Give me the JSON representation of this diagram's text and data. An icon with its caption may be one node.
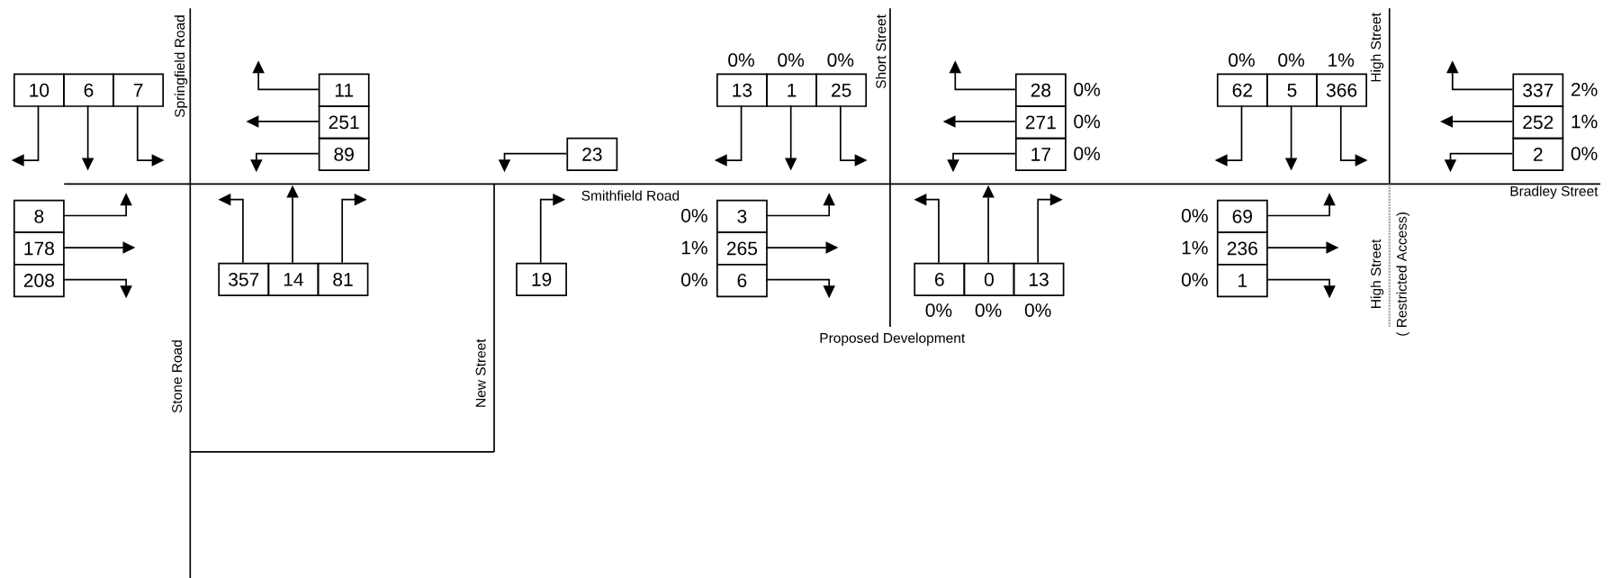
{
  "diagram": {
    "nodes": [
      {
        "text": [
          "10"
        ]
      },
      {
        "text": [
          "6"
        ]
      },
      {
        "text": [
          "7"
        ]
      },
      {
        "text": [
          "11"
        ]
      },
      {
        "text": [
          "251"
        ]
      },
      {
        "text": [
          "89"
        ]
      },
      {
        "text": [
          "23"
        ]
      },
      {
        "text": [
          "13"
        ],
        "beside": [
          "0%"
        ]
      },
      {
        "text": [
          "1"
        ],
        "beside": [
          "0%"
        ]
      },
      {
        "text": [
          "25"
        ],
        "beside": [
          "0%"
        ]
      },
      {
        "text": [
          "28"
        ],
        "beside": [
          "0%"
        ]
      },
      {
        "text": [
          "271"
        ],
        "beside": [
          "0%"
        ]
      },
      {
        "text": [
          "17"
        ],
        "beside": [
          "0%"
        ]
      },
      {
        "text": [
          "62"
        ],
        "beside": [
          "0%"
        ]
      },
      {
        "text": [
          "5"
        ],
        "beside": [
          "0%"
        ]
      },
      {
        "text": [
          "366"
        ],
        "beside": [
          "1%"
        ]
      },
      {
        "text": [
          "337"
        ],
        "beside": [
          "2%"
        ]
      },
      {
        "text": [
          "252"
        ],
        "beside": [
          "1%"
        ]
      },
      {
        "text": [
          "2"
        ],
        "beside": [
          "0%"
        ]
      },
      {
        "text": [
          "8"
        ]
      },
      {
        "text": [
          "178"
        ]
      },
      {
        "text": [
          "208"
        ]
      },
      {
        "text": [
          "357"
        ]
      },
      {
        "text": [
          "14"
        ]
      },
      {
        "text": [
          "81"
        ]
      },
      {
        "text": [
          "19"
        ]
      },
      {
        "text": [
          "3"
        ],
        "beside": [
          "0%"
        ]
      },
      {
        "text": [
          "265"
        ],
        "beside": [
          "1%"
        ]
      },
      {
        "text": [
          "6"
        ],
        "beside": [
          "0%"
        ]
      },
      {
        "text": [
          "6"
        ],
        "beside": [
          "0%"
        ]
      },
      {
        "text": [
          "0"
        ],
        "beside": [
          "0%"
        ]
      },
      {
        "text": [
          "13"
        ],
        "beside": [
          "0%"
        ]
      },
      {
        "text": [
          "69"
        ],
        "beside": [
          "0%"
        ]
      },
      {
        "text": [
          "236"
        ],
        "beside": [
          "1%"
        ]
      },
      {
        "text": [
          "1"
        ],
        "beside": [
          "0%"
        ]
      }
    ],
    "labels": [
      "Springfield Road",
      "Short Street",
      "High Street",
      "Smithfield Road",
      "Bradley Street",
      "Proposed Development",
      "High Street",
      "( Restricted Access)",
      "Stone Road",
      "New Street"
    ]
  }
}
